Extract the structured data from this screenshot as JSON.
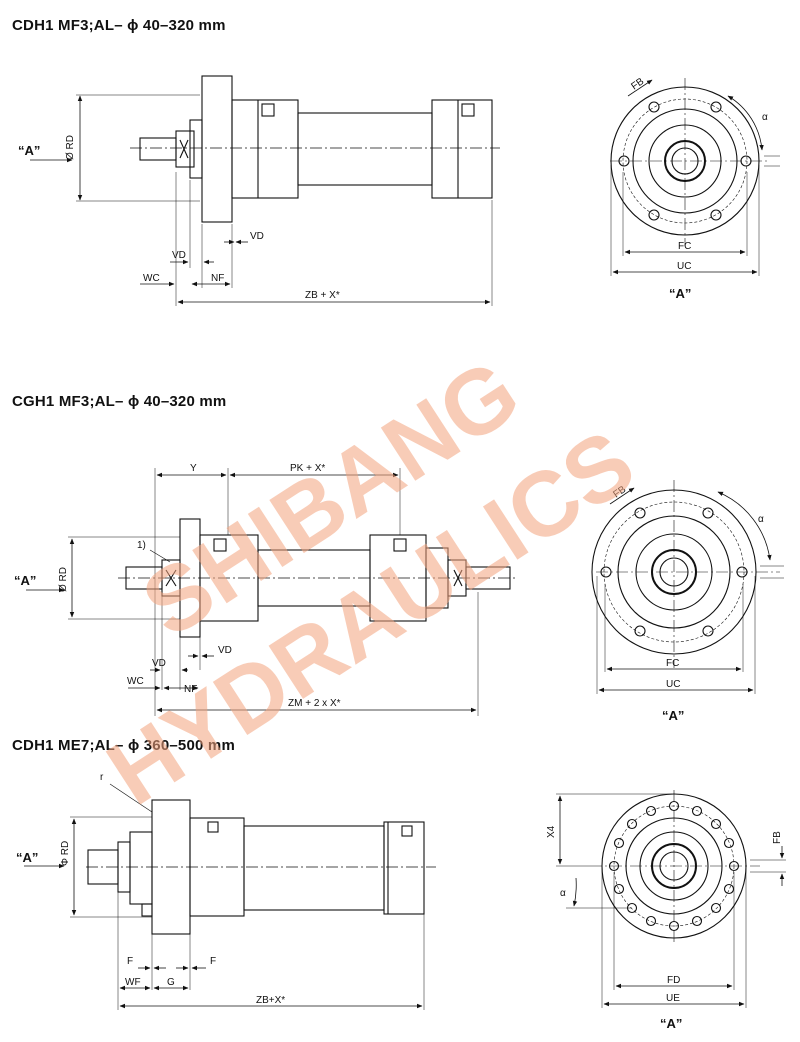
{
  "sections": [
    {
      "title": "CDH1 MF3;AL– ϕ 40–320 mm"
    },
    {
      "title": "CGH1 MF3;AL– ϕ 40–320 mm"
    },
    {
      "title": "CDH1 ME7;AL– ϕ 360–500 mm"
    }
  ],
  "labels": {
    "view_a": "“A”",
    "rd": "Ø RD",
    "rd_phi": "Φ RD",
    "vd": "VD",
    "wc": "WC",
    "nf": "NF",
    "zb_x": "ZB + X*",
    "zb_x_compact": "ZB+X*",
    "zm_2x": "ZM + 2 x X*",
    "y": "Y",
    "pk_x": "PK + X*",
    "note1": "1)",
    "fb": "FB",
    "fc": "FC",
    "uc": "UC",
    "alpha": "α",
    "r": "r",
    "f": "F",
    "wf": "WF",
    "g": "G",
    "x4": "X4",
    "fd": "FD",
    "ue": "UE"
  },
  "watermark": {
    "line1": "SHIBANG",
    "line2": "HYDRAULICS",
    "color": "#f4a47e"
  }
}
